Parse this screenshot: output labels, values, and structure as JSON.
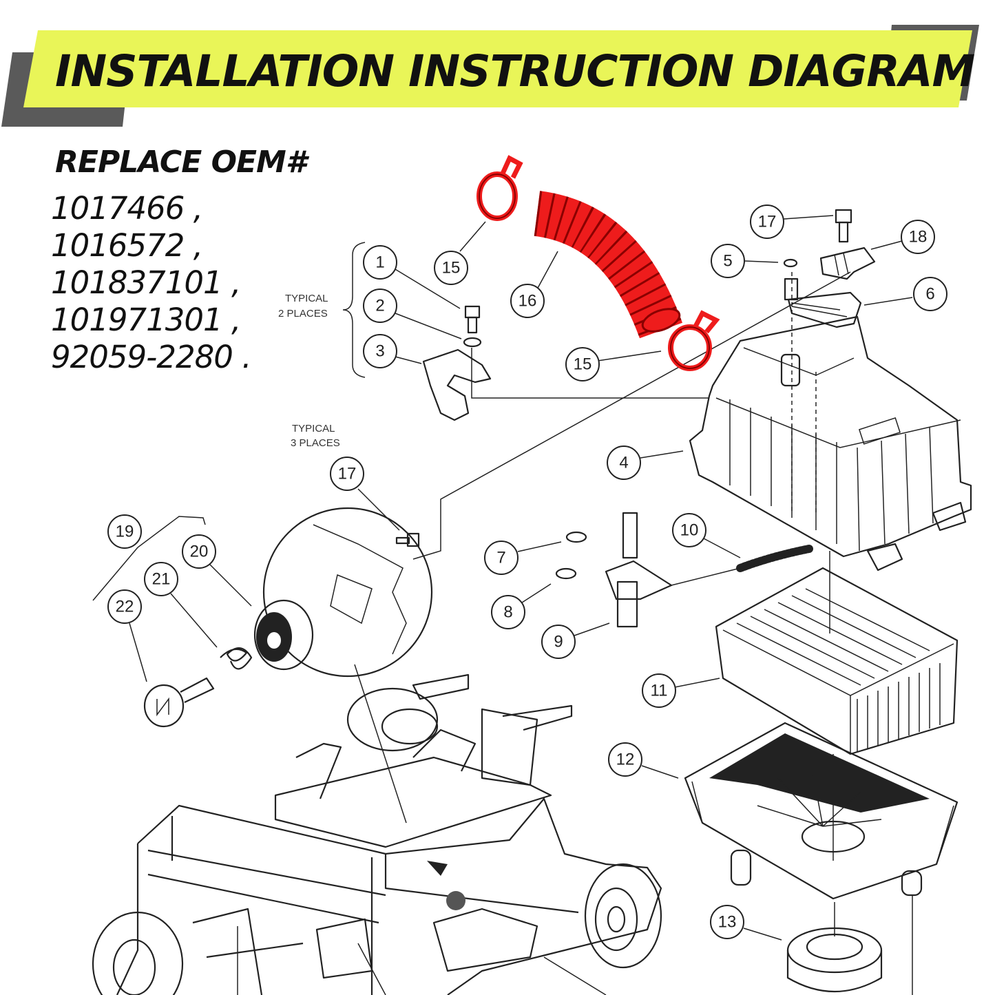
{
  "banner": {
    "title": "INSTALLATION INSTRUCTION DIAGRAM",
    "bg_color": "#e9f558",
    "shadow_color": "#5a5a5a"
  },
  "oem": {
    "heading": "REPLACE OEM#",
    "numbers": [
      "1017466 ,",
      "1016572 ,",
      "101837101 ,",
      "101971301 ,",
      "92059-2280 ."
    ]
  },
  "diagram": {
    "highlight_color": "#ee1c1c",
    "notes": {
      "typical_2": [
        "TYPICAL",
        "2 PLACES"
      ],
      "typical_3": [
        "TYPICAL",
        "3 PLACES"
      ]
    },
    "callouts": [
      {
        "id": "c1",
        "label": "1"
      },
      {
        "id": "c2",
        "label": "2"
      },
      {
        "id": "c3",
        "label": "3"
      },
      {
        "id": "c4",
        "label": "4"
      },
      {
        "id": "c5",
        "label": "5"
      },
      {
        "id": "c6",
        "label": "6"
      },
      {
        "id": "c7",
        "label": "7"
      },
      {
        "id": "c8",
        "label": "8"
      },
      {
        "id": "c9",
        "label": "9"
      },
      {
        "id": "c10",
        "label": "10"
      },
      {
        "id": "c11",
        "label": "11"
      },
      {
        "id": "c12",
        "label": "12"
      },
      {
        "id": "c13",
        "label": "13"
      },
      {
        "id": "c15a",
        "label": "15"
      },
      {
        "id": "c15b",
        "label": "15"
      },
      {
        "id": "c16",
        "label": "16"
      },
      {
        "id": "c17a",
        "label": "17"
      },
      {
        "id": "c17b",
        "label": "17"
      },
      {
        "id": "c18",
        "label": "18"
      },
      {
        "id": "c19",
        "label": "19"
      },
      {
        "id": "c20",
        "label": "20"
      },
      {
        "id": "c21",
        "label": "21"
      },
      {
        "id": "c22",
        "label": "22"
      }
    ]
  }
}
